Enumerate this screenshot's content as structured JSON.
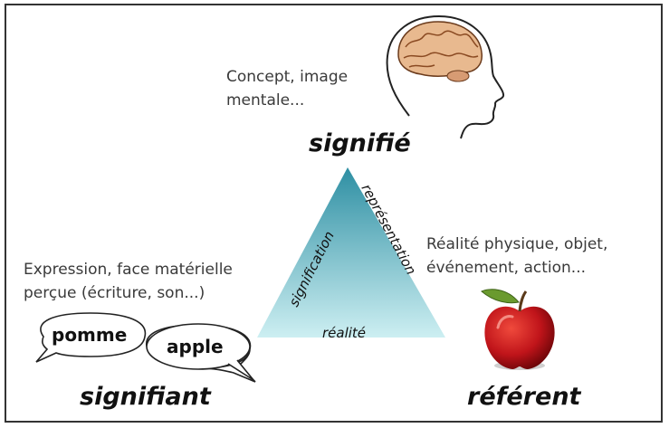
{
  "concept_text": [
    "Concept, image",
    "mentale..."
  ],
  "signifie": "signifié",
  "edges": {
    "left": "signification",
    "right": "représentation",
    "bottom": "réalité"
  },
  "expression_text": [
    "Expression, face matérielle",
    "perçue (écriture, son...)"
  ],
  "bubbles": [
    "pomme",
    "apple"
  ],
  "signifiant": "signifiant",
  "reality_text": [
    "Réalité physique, objet,",
    "événement, action..."
  ],
  "referent": "référent",
  "icons": {
    "top": "brain-head-icon",
    "right": "apple-fruit-icon"
  },
  "colors": {
    "triangle_top": "#2e8fa3",
    "triangle_bottom": "#cdeff2",
    "apple": "#c0141a"
  }
}
